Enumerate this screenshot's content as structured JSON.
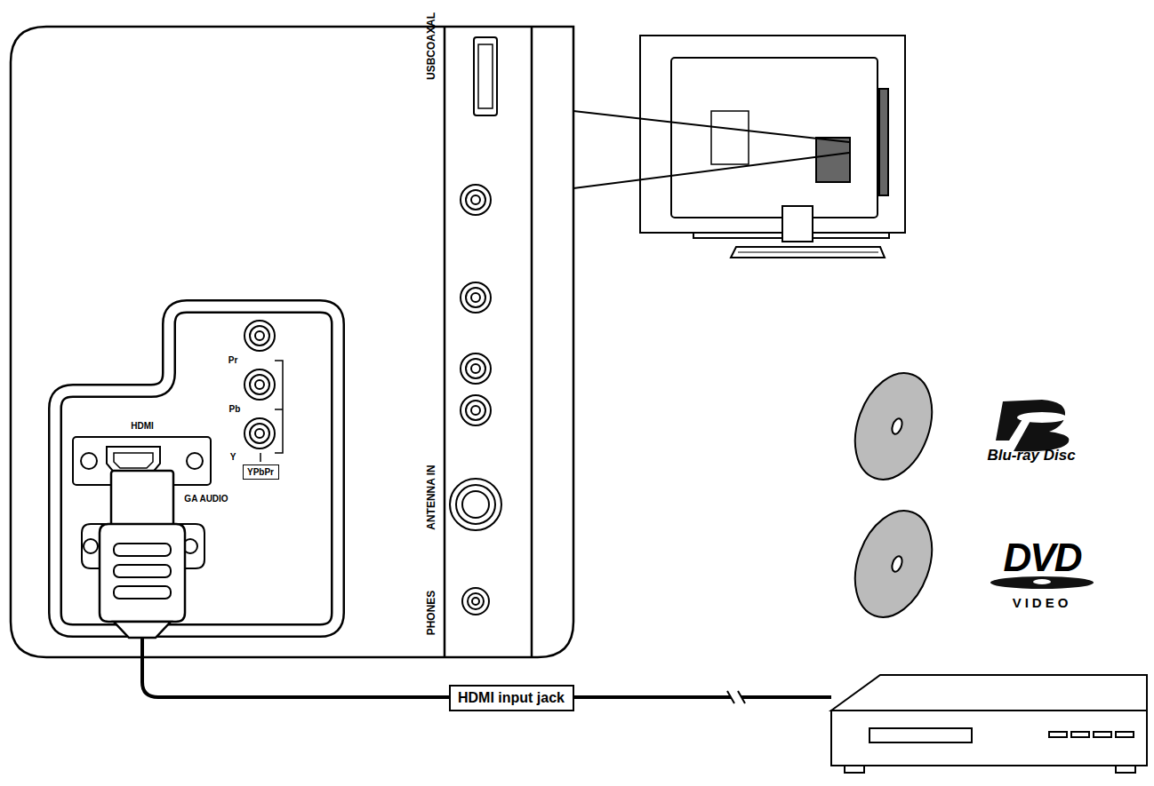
{
  "diagram": {
    "nodes": [
      {
        "text": [
          "YPbPr"
        ]
      },
      {
        "text": [
          "HDMI input jack"
        ]
      }
    ],
    "labels": [
      "USBCOAXAL",
      "Pr",
      "Pb",
      "HDMI",
      "Y",
      "GA AUDIO",
      "ANTENNA IN",
      "PHONES",
      "Blu-ray Disc",
      "DVD",
      "VIDEO"
    ]
  }
}
